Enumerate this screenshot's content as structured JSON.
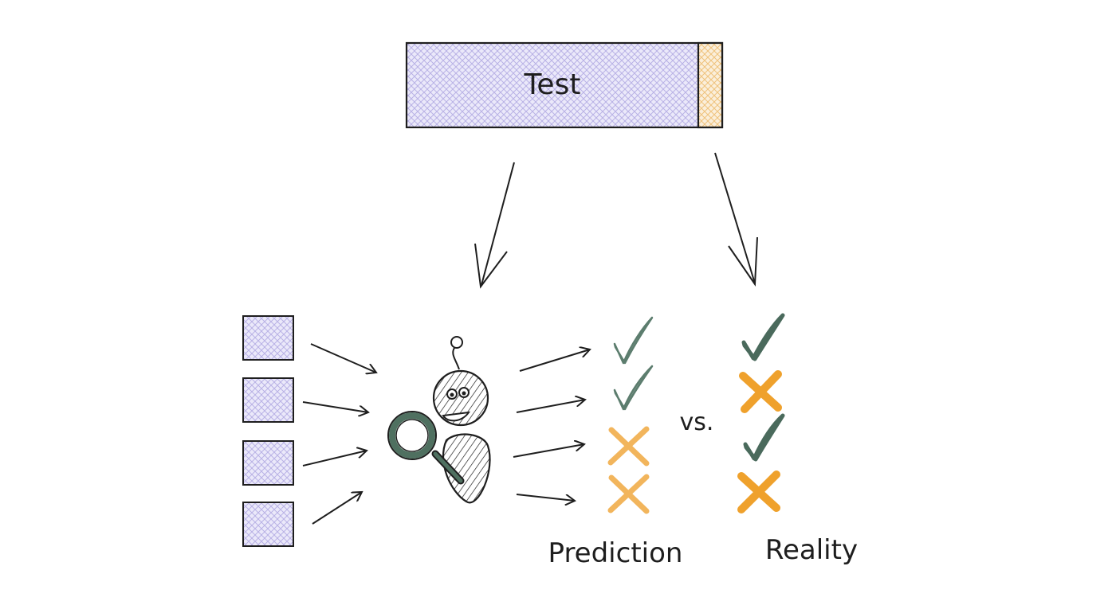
{
  "test_block": {
    "label": "Test"
  },
  "labels": {
    "vs": "vs.",
    "prediction": "Prediction",
    "reality": "Reality"
  },
  "inputs": {
    "count": 4
  },
  "prediction_marks": [
    "check",
    "check",
    "cross",
    "cross"
  ],
  "reality_marks": [
    "check",
    "cross",
    "check",
    "cross"
  ],
  "colors": {
    "stroke": "#1e1e1e",
    "lavender": "#d0cdf0",
    "orange": "#f5d9a8",
    "check_light": "#8a9f98",
    "check_dark": "#5c7d6e",
    "cross_light": "#f2b55c",
    "cross_dark": "#efa12c",
    "magnifier": "#4f7060"
  },
  "icons": {
    "agent": "robot-icon",
    "magnifier": "magnifier-icon",
    "check": "check-icon",
    "cross": "cross-icon"
  }
}
